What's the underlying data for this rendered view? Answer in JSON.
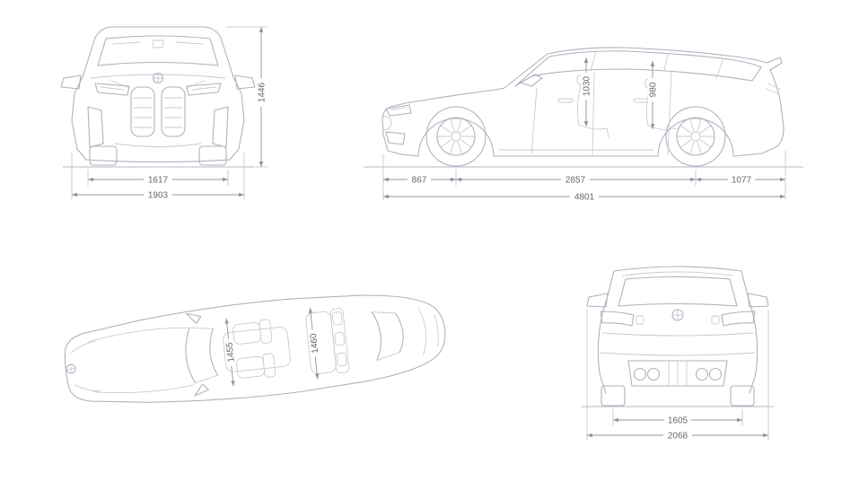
{
  "colors": {
    "background": "#ffffff",
    "car_line": "#adb3bd",
    "dimension_line": "#8f959f",
    "label_text": "#62686f"
  },
  "views": {
    "front": {
      "name": "front-view",
      "dims": {
        "height": "1446",
        "track": "1617",
        "width": "1903"
      }
    },
    "side": {
      "name": "side-view",
      "dims": {
        "headroom_front": "1030",
        "headroom_rear": "980",
        "front_overhang": "867",
        "wheelbase": "2857",
        "rear_overhang": "1077",
        "length": "4801"
      }
    },
    "top": {
      "name": "top-view",
      "dims": {
        "cabin_width_front": "1455",
        "cabin_width_rear": "1460"
      }
    },
    "rear": {
      "name": "rear-view",
      "dims": {
        "track": "1605",
        "width_incl_mirrors": "2068"
      }
    }
  }
}
